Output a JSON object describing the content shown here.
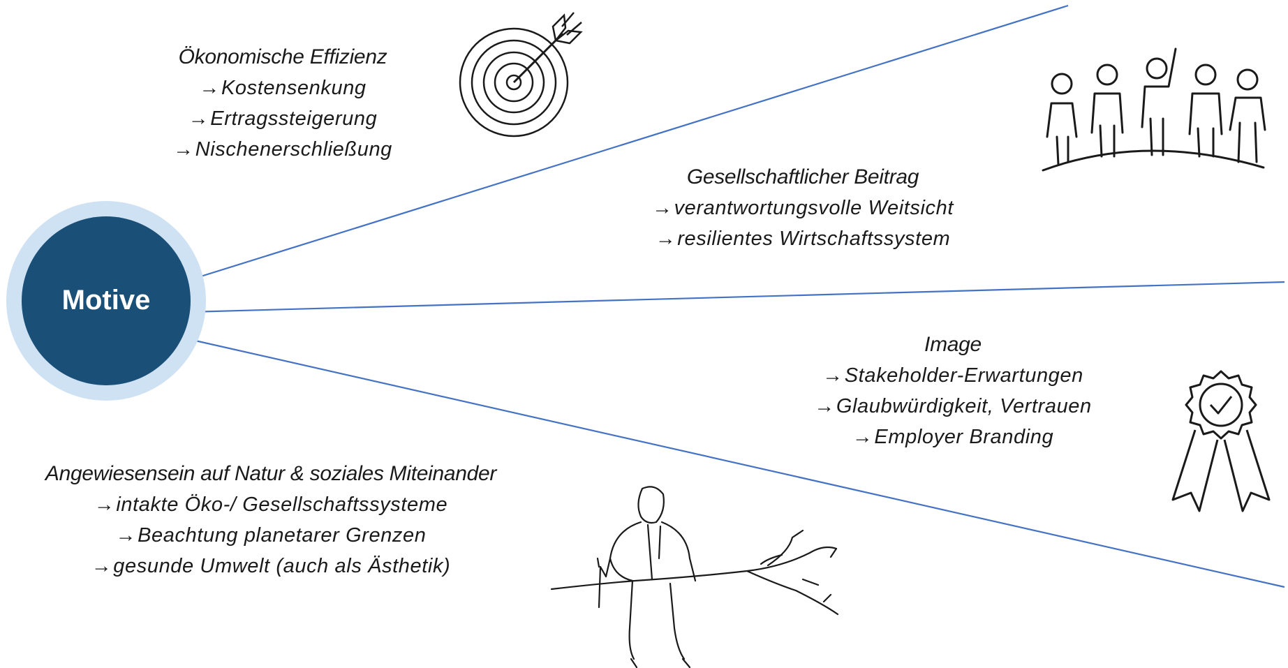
{
  "hub": {
    "label": "Motive",
    "colors": {
      "ring": "#cfe2f3",
      "core": "#1a4f77",
      "text": "#ffffff",
      "connector": "#4472c4"
    }
  },
  "motives": [
    {
      "id": "oekonomie",
      "heading": "Ökonomische Effizienz",
      "points": [
        "Kostensenkung",
        "Ertragssteigerung",
        "Nischenerschließung"
      ],
      "icon": "target-icon"
    },
    {
      "id": "gesellschaft",
      "heading": "Gesellschaftlicher Beitrag",
      "points": [
        "verantwortungsvolle Weitsicht",
        "resilientes Wirtschaftssystem"
      ],
      "icon": "people-group-icon"
    },
    {
      "id": "image",
      "heading": "Image",
      "points": [
        "Stakeholder-Erwartungen",
        "Glaubwürdigkeit, Vertrauen",
        "Employer Branding"
      ],
      "icon": "award-badge-icon"
    },
    {
      "id": "natur",
      "heading": "Angewiesensein auf Natur & soziales Miteinander",
      "points": [
        "intakte Öko-/ Gesellschaftssysteme",
        "Beachtung planetarer Grenzen",
        "gesunde Umwelt (auch als Ästhetik)"
      ],
      "icon": "man-sawing-branch-icon"
    }
  ],
  "arrow_symbol": "→"
}
